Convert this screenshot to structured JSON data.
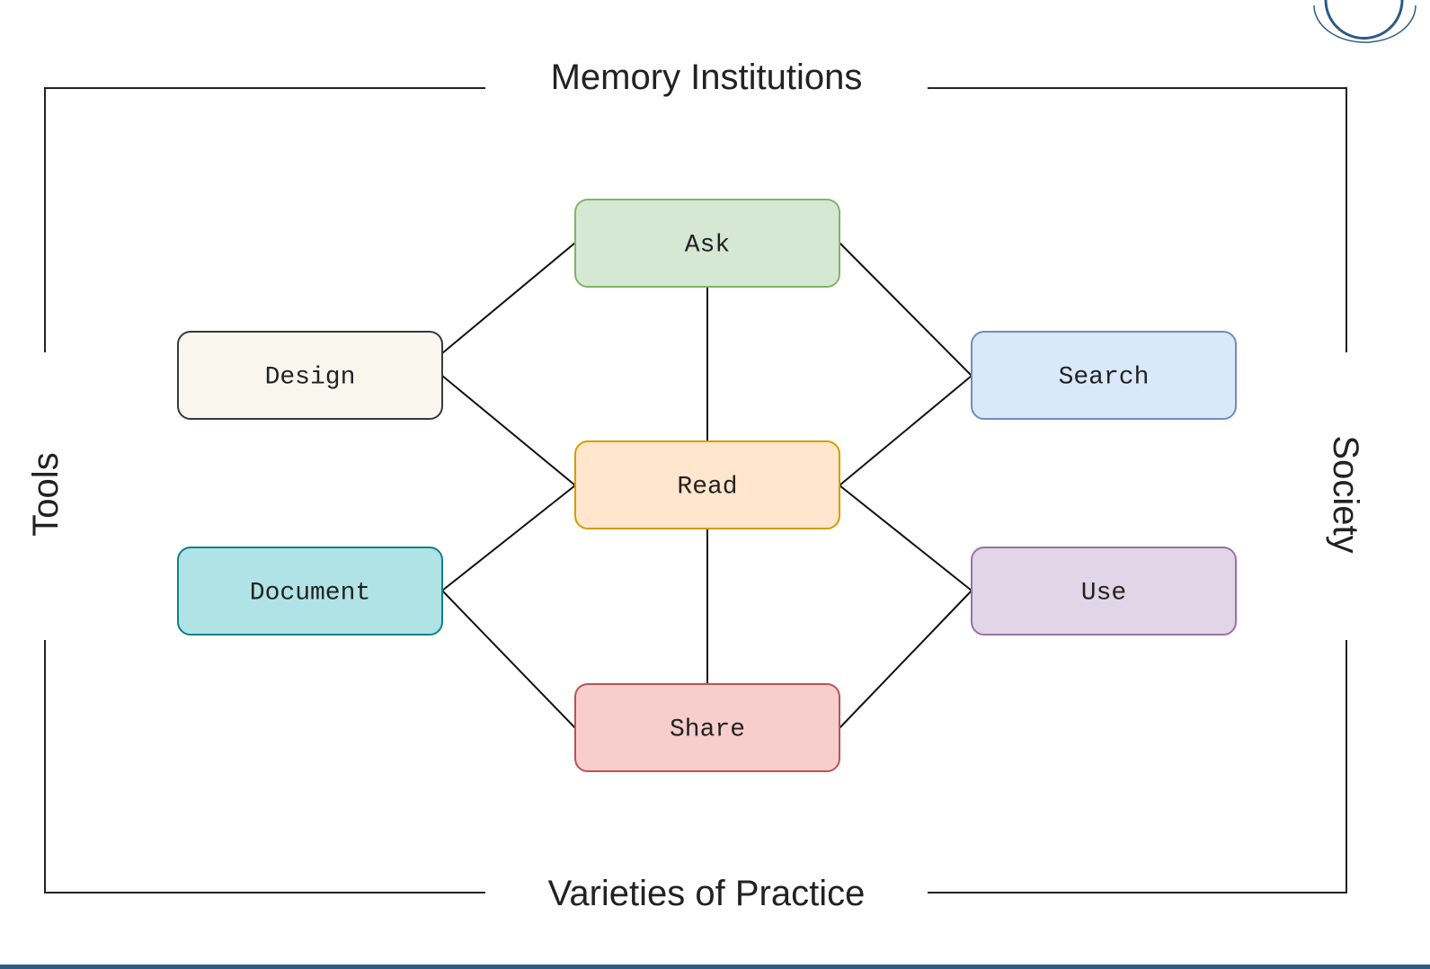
{
  "frame": {
    "top": "Memory Institutions",
    "bottom": "Varieties of Practice",
    "left": "Tools",
    "right": "Society"
  },
  "nodes": [
    {
      "id": "ask",
      "label": "Ask",
      "fill": "#d5e8d4",
      "stroke": "#82b366"
    },
    {
      "id": "design",
      "label": "Design",
      "fill": "#f9f7ed",
      "stroke": "#36393d"
    },
    {
      "id": "read",
      "label": "Read",
      "fill": "#ffe6cc",
      "stroke": "#d79b00"
    },
    {
      "id": "document",
      "label": "Document",
      "fill": "#b0e3e6",
      "stroke": "#0e8088"
    },
    {
      "id": "share",
      "label": "Share",
      "fill": "#f8cecc",
      "stroke": "#b85450"
    },
    {
      "id": "search",
      "label": "Search",
      "fill": "#dae8fc",
      "stroke": "#6c8ebf"
    },
    {
      "id": "use",
      "label": "Use",
      "fill": "#e1d5e7",
      "stroke": "#9673a6"
    }
  ],
  "edges": [
    [
      "ask",
      "design"
    ],
    [
      "design",
      "read"
    ],
    [
      "read",
      "document"
    ],
    [
      "document",
      "share"
    ],
    [
      "ask",
      "read"
    ],
    [
      "read",
      "share"
    ],
    [
      "ask",
      "search"
    ],
    [
      "search",
      "read"
    ],
    [
      "read",
      "use"
    ],
    [
      "use",
      "share"
    ]
  ],
  "colors": {
    "footer_bar": "#2f5a85",
    "logo": "#2f5a85"
  }
}
